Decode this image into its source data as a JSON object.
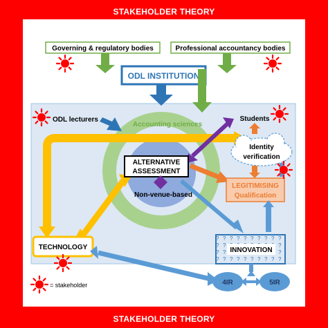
{
  "diagram": {
    "title_top": "STAKEHOLDER THEORY",
    "title_bottom": "STAKEHOLDER THEORY",
    "nodes": {
      "governing": "Governing & regulatory bodies",
      "professional": "Professional accountancy bodies",
      "odl_institution": "ODL INSTITUTION",
      "odl_lecturers": "ODL lecturers",
      "accounting_sciences": "Accounting sciences",
      "students": "Students",
      "identity_verification_1": "Identity",
      "identity_verification_2": "verification",
      "alternative_assessment_1": "ALTERNATIVE",
      "alternative_assessment_2": "ASSESSMENT",
      "non_venue": "Non-venue-based",
      "legitimising_1": "LEGITIMISING",
      "legitimising_2": "Qualification",
      "technology": "TECHNOLOGY",
      "innovation": "INNOVATION",
      "fourir": "4IR",
      "fiveir": "5IR"
    },
    "legend": {
      "label": "= stakeholder",
      "icon": "red-sun-icon"
    },
    "colors": {
      "frame": "#ff0000",
      "panel": "#dde8f4",
      "green": "#70ad47",
      "blue": "#2e75b6",
      "yellow": "#ffc000",
      "orange": "#ed7d31",
      "purple": "#7030a0",
      "steel": "#5b9bd5"
    }
  }
}
